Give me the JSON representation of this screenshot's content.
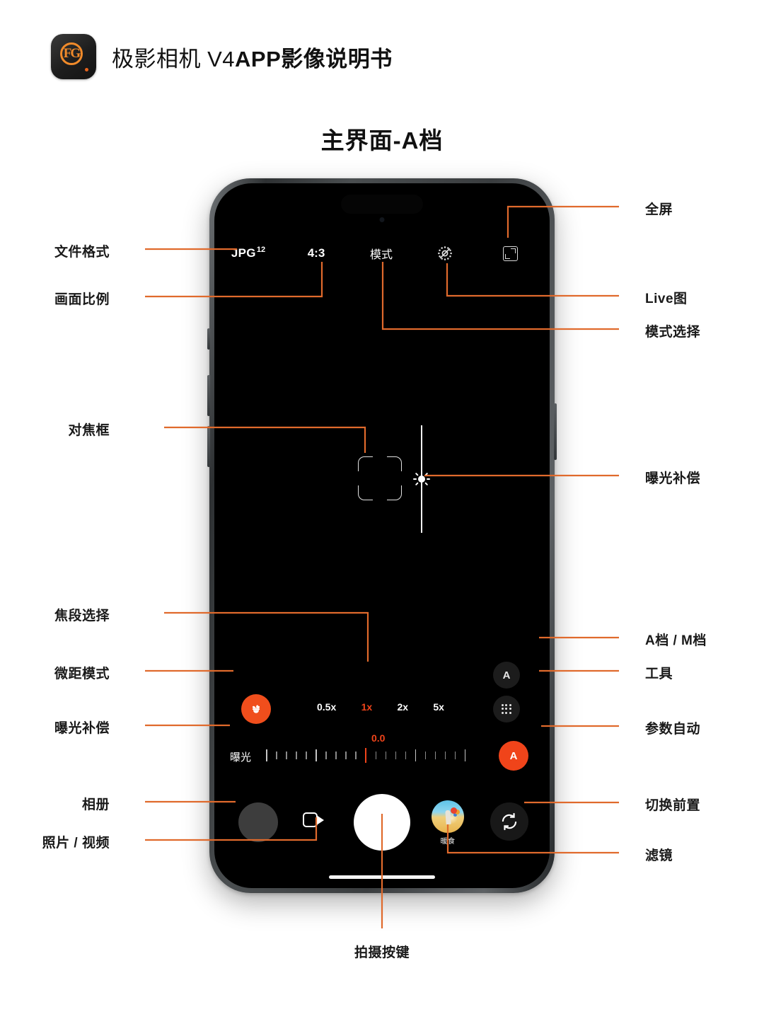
{
  "header": {
    "logo_name": "jiying-camera-logo",
    "title_light": "极影相机 V4 ",
    "title_bold": "APP影像说明书",
    "full_title": "极影相机 V4 APP影像说明书"
  },
  "page_title": "主界面-A档",
  "phone_ui": {
    "topbar": {
      "format": "JPG",
      "format_sup": "12",
      "ratio": "4:3",
      "mode": "模式",
      "live_icon": "live-photo-off-icon",
      "fullscreen_icon": "fullscreen-icon"
    },
    "focus_frame": "focus-frame",
    "exposure_sun_icon": "sun-icon",
    "macro_icon": "macro-flower-icon",
    "zoom_levels": [
      {
        "label": "0.5x",
        "active": false
      },
      {
        "label": "1x",
        "active": true
      },
      {
        "label": "2x",
        "active": false
      },
      {
        "label": "5x",
        "active": false
      }
    ],
    "mode_badge": "A",
    "tools_icon": "grid-tools-icon",
    "exposure": {
      "label": "曝光",
      "value": "0.0",
      "auto_badge": "A"
    },
    "bottom": {
      "album": "album-thumbnail",
      "video_icon": "video-camera-icon",
      "shutter": "shutter-button",
      "filter_label": "暖食",
      "flip_icon": "flip-camera-icon"
    }
  },
  "annotations": {
    "left": [
      {
        "label": "文件格式",
        "name": "annotation-file-format"
      },
      {
        "label": "画面比例",
        "name": "annotation-aspect-ratio"
      },
      {
        "label": "对焦框",
        "name": "annotation-focus-frame"
      },
      {
        "label": "焦段选择",
        "name": "annotation-zoom-select"
      },
      {
        "label": "微距模式",
        "name": "annotation-macro-mode"
      },
      {
        "label": "曝光补偿",
        "name": "annotation-exposure-compensation-left"
      },
      {
        "label": "相册",
        "name": "annotation-album"
      },
      {
        "label": "照片 / 视频",
        "name": "annotation-photo-video"
      }
    ],
    "right": [
      {
        "label": "全屏",
        "name": "annotation-fullscreen"
      },
      {
        "label": "Live图",
        "name": "annotation-live-photo"
      },
      {
        "label": "模式选择",
        "name": "annotation-mode-select"
      },
      {
        "label": "曝光补偿",
        "name": "annotation-exposure-compensation-right"
      },
      {
        "label": "A档 / M档",
        "name": "annotation-a-m-mode"
      },
      {
        "label": "工具",
        "name": "annotation-tools"
      },
      {
        "label": "参数自动",
        "name": "annotation-auto-params"
      },
      {
        "label": "切换前置",
        "name": "annotation-switch-front"
      },
      {
        "label": "滤镜",
        "name": "annotation-filter"
      }
    ],
    "bottom": {
      "label": "拍摄按键",
      "name": "annotation-shutter-button"
    }
  },
  "colors": {
    "accent": "#f0441a",
    "leader_line": "#e06a2c",
    "background": "#ffffff",
    "text": "#1a1a1a"
  }
}
